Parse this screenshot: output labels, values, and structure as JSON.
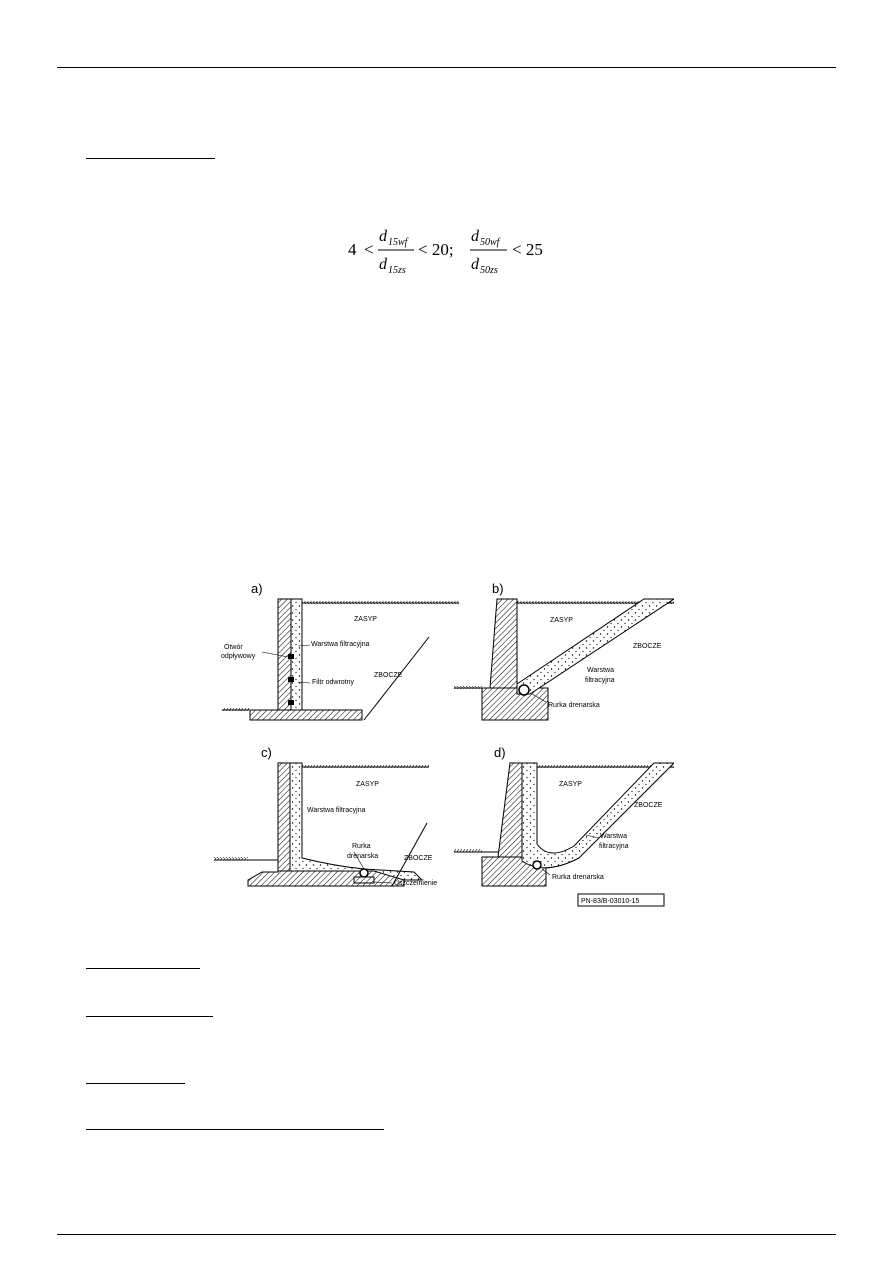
{
  "formula": {
    "four": "4",
    "lt": "<",
    "num1_d": "d",
    "num1_sub": "15wf",
    "den1_d": "d",
    "den1_sub": "15zs",
    "mid": "< 20;",
    "num2_d": "d",
    "num2_sub": "50wf",
    "den2_d": "d",
    "den2_sub": "50zs",
    "end": "< 25"
  },
  "figure": {
    "panel_a": {
      "letter": "a)",
      "zasyp": "ZASYP",
      "zbocze": "ZBOCZE",
      "otwor_line1": "Otwór",
      "otwor_line2": "odpływowy",
      "warstwa": "Warstwa filtracyjna",
      "filtr": "Filtr odwrotny"
    },
    "panel_b": {
      "letter": "b)",
      "zasyp": "ZASYP",
      "zbocze": "ZBOCZE",
      "warstwa_line1": "Warstwa",
      "warstwa_line2": "filtracyjna",
      "rurka": "Rurka drenarska"
    },
    "panel_c": {
      "letter": "c)",
      "zasyp": "ZASYP",
      "zbocze": "ZBOCZE",
      "warstwa": "Warstwa filtracyjna",
      "rurka_line1": "Rurka",
      "rurka_line2": "drenarska",
      "uszczelnienie": "Uszczelnienie"
    },
    "panel_d": {
      "letter": "d)",
      "zasyp": "ZASYP",
      "zbocze": "ZBOCZE",
      "warstwa_line1": "Warstwa",
      "warstwa_line2": "filtracyjna",
      "rurka": "Rurka drenarska"
    },
    "code": "PN-83/B-03010-15"
  }
}
